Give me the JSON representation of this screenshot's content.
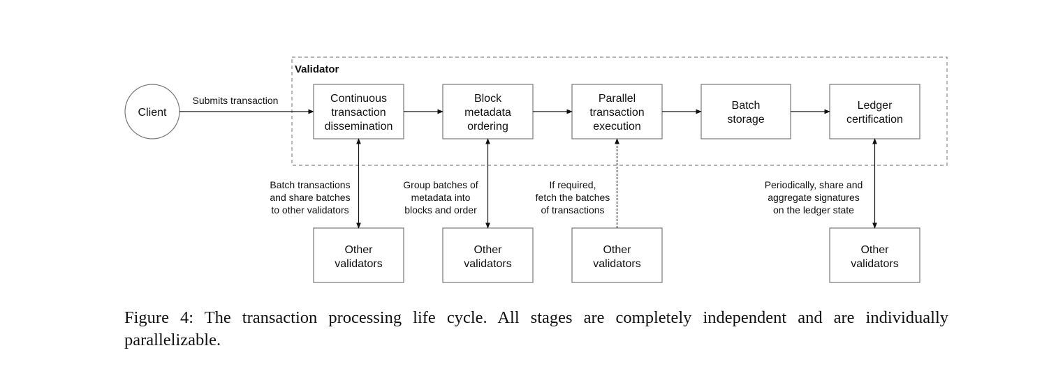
{
  "diagram": {
    "group_title": "Validator",
    "client_label": "Client",
    "submit_label": "Submits transaction",
    "stages": [
      {
        "lines": [
          "Continuous",
          "transaction",
          "dissemination"
        ]
      },
      {
        "lines": [
          "Block",
          "metadata",
          "ordering"
        ]
      },
      {
        "lines": [
          "Parallel",
          "transaction",
          "execution"
        ]
      },
      {
        "lines": [
          "Batch",
          "storage"
        ]
      },
      {
        "lines": [
          "Ledger",
          "certification"
        ]
      }
    ],
    "peers": [
      {
        "lines": [
          "Other",
          "validators"
        ],
        "link_lines": [
          "Batch transactions",
          "and share batches",
          "to other validators"
        ]
      },
      {
        "lines": [
          "Other",
          "validators"
        ],
        "link_lines": [
          "Group batches of",
          "metadata into",
          "blocks and order"
        ]
      },
      {
        "lines": [
          "Other",
          "validators"
        ],
        "link_lines": [
          "If required,",
          "fetch the batches",
          "of transactions"
        ]
      },
      {
        "lines": [
          "Other",
          "validators"
        ],
        "link_lines": [
          "Periodically, share and",
          "aggregate signatures",
          "on the ledger state"
        ]
      }
    ]
  },
  "caption": {
    "text": "Figure 4: The transaction processing life cycle. All stages are completely independent and are individually parallelizable."
  }
}
